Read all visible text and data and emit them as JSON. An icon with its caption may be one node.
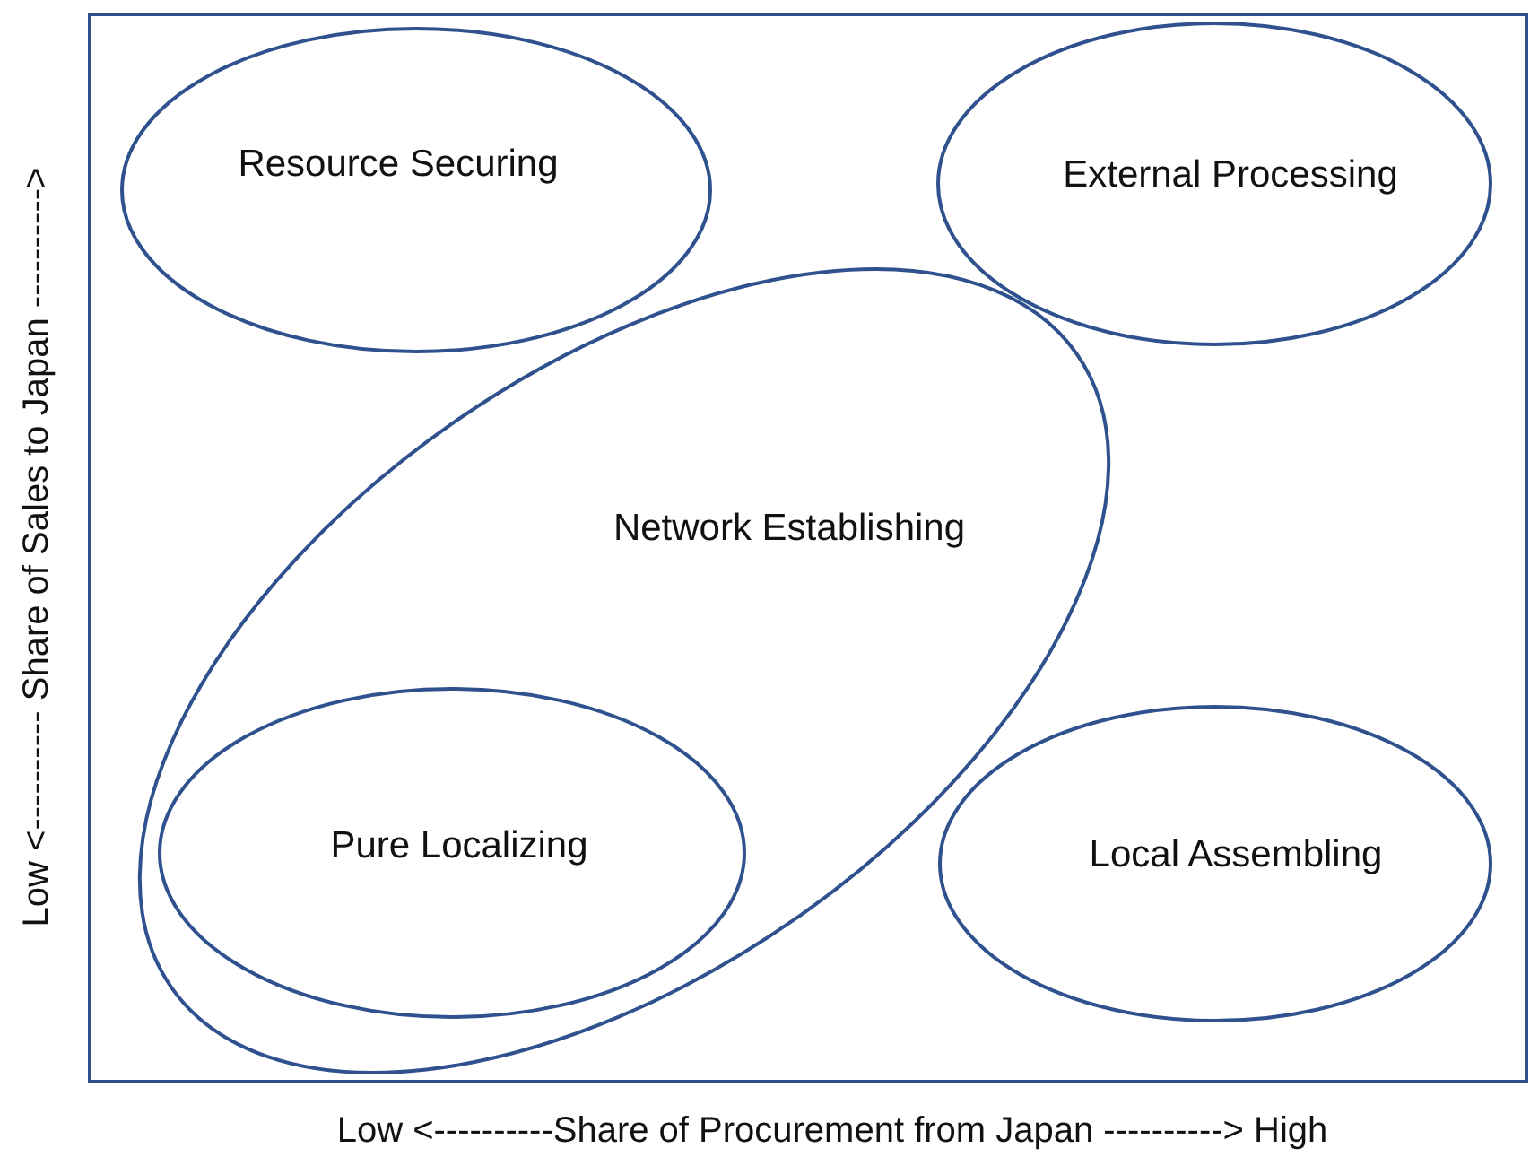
{
  "diagram": {
    "nodes": [
      {
        "text": [
          "Resource Securing"
        ]
      },
      {
        "text": [
          "External Processing"
        ]
      },
      {
        "text": [
          "Network Establishing"
        ]
      },
      {
        "text": [
          "Pure Localizing"
        ],
        "in": 2
      },
      {
        "text": [
          "Local Assembling"
        ]
      }
    ],
    "labels": [
      "Low  <---------- Share of Sales to Japan ---------->",
      "Low  <----------Share of Procurement from Japan ----------> High"
    ]
  }
}
